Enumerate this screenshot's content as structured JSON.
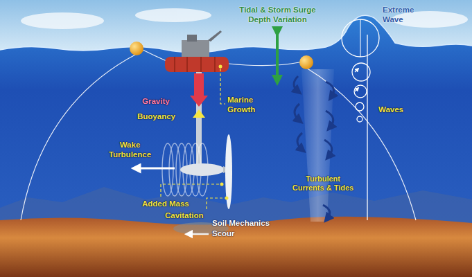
{
  "diagram": {
    "labels": [
      "Tidal & Storm Surge Depth Variation",
      "Extreme Wave",
      "Gravity",
      "Marine Growth",
      "Buoyancy",
      "Waves",
      "Wake Turbulence",
      "Added Mass",
      "Cavitation",
      "Turbulent Currents & Tides",
      "Soil Mechanics",
      "Scour"
    ]
  }
}
